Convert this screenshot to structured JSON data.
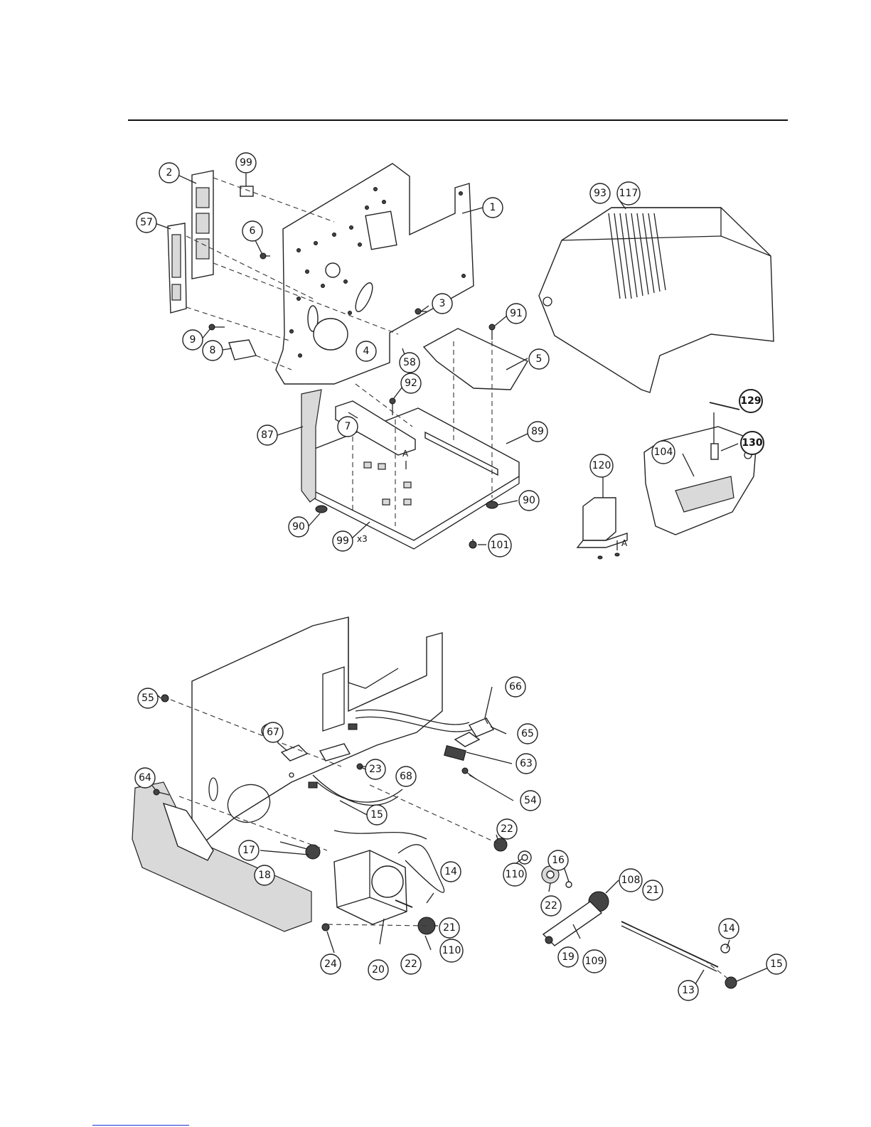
{
  "page": {
    "title": ""
  },
  "upper_assembly": {
    "callouts": [
      "2",
      "99",
      "57",
      "6",
      "1",
      "93",
      "117",
      "3",
      "91",
      "9",
      "8",
      "4",
      "58",
      "5",
      "92",
      "87",
      "7",
      "89",
      "129",
      "130",
      "104",
      "120",
      "90",
      "90",
      "99",
      "101"
    ],
    "notes": {
      "qty_99": "x3",
      "view_arrow_base": "A",
      "view_arrow_bracket": "A"
    }
  },
  "lower_assembly": {
    "callouts": [
      "66",
      "55",
      "67",
      "65",
      "63",
      "68",
      "23",
      "64",
      "54",
      "15",
      "22",
      "14",
      "16",
      "108",
      "21",
      "17",
      "110",
      "18",
      "22",
      "14",
      "21",
      "110",
      "19",
      "109",
      "13",
      "15",
      "24",
      "20",
      "22"
    ]
  }
}
